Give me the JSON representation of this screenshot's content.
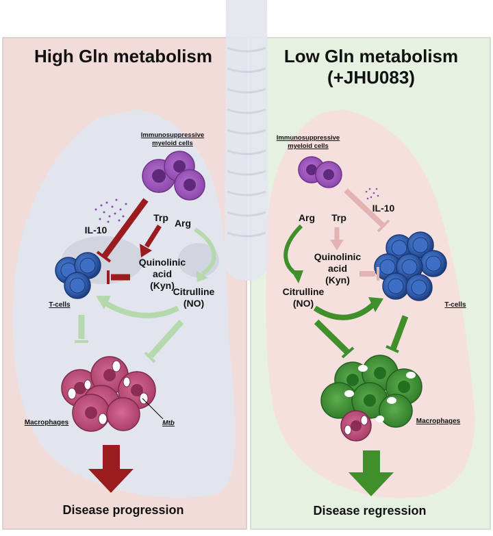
{
  "left_panel": {
    "title": "High Gln metabolism",
    "myeloid_label_line1": "Immunosuppressive",
    "myeloid_label_line2": "myeloid cells",
    "il10": "IL-10",
    "trp": "Trp",
    "arg": "Arg",
    "quinolinic_line1": "Quinolinic",
    "quinolinic_line2": "acid",
    "quinolinic_line3": "(Kyn)",
    "citrulline_line1": "Citrulline",
    "citrulline_line2": "(NO)",
    "tcells": "T-cells",
    "macrophages": "Macrophages",
    "mtb": "Mtb",
    "outcome": "Disease progression"
  },
  "right_panel": {
    "title_line1": "Low Gln metabolism",
    "title_line2": "(+JHU083)",
    "myeloid_label_line1": "Immunosuppressive",
    "myeloid_label_line2": "myeloid cells",
    "il10": "IL-10",
    "trp": "Trp",
    "arg": "Arg",
    "quinolinic_line1": "Quinolinic",
    "quinolinic_line2": "acid",
    "quinolinic_line3": "(Kyn)",
    "citrulline_line1": "Citrulline",
    "citrulline_line2": "(NO)",
    "tcells": "T-cells",
    "macrophages": "Macrophages",
    "outcome": "Disease regression"
  },
  "colors": {
    "left_bg": "#f3dcdc",
    "right_bg": "#e8f2e3",
    "red_arrow": "#9b1c1f",
    "pale_red": "#e3b3b3",
    "green_arrow": "#3f8f2a",
    "pale_green": "#a8cfa0",
    "tcell": "#3d6cc0",
    "myeloid": "#9b55b8",
    "macrophage_red": "#c0527a",
    "macrophage_green": "#3c8f3a"
  }
}
